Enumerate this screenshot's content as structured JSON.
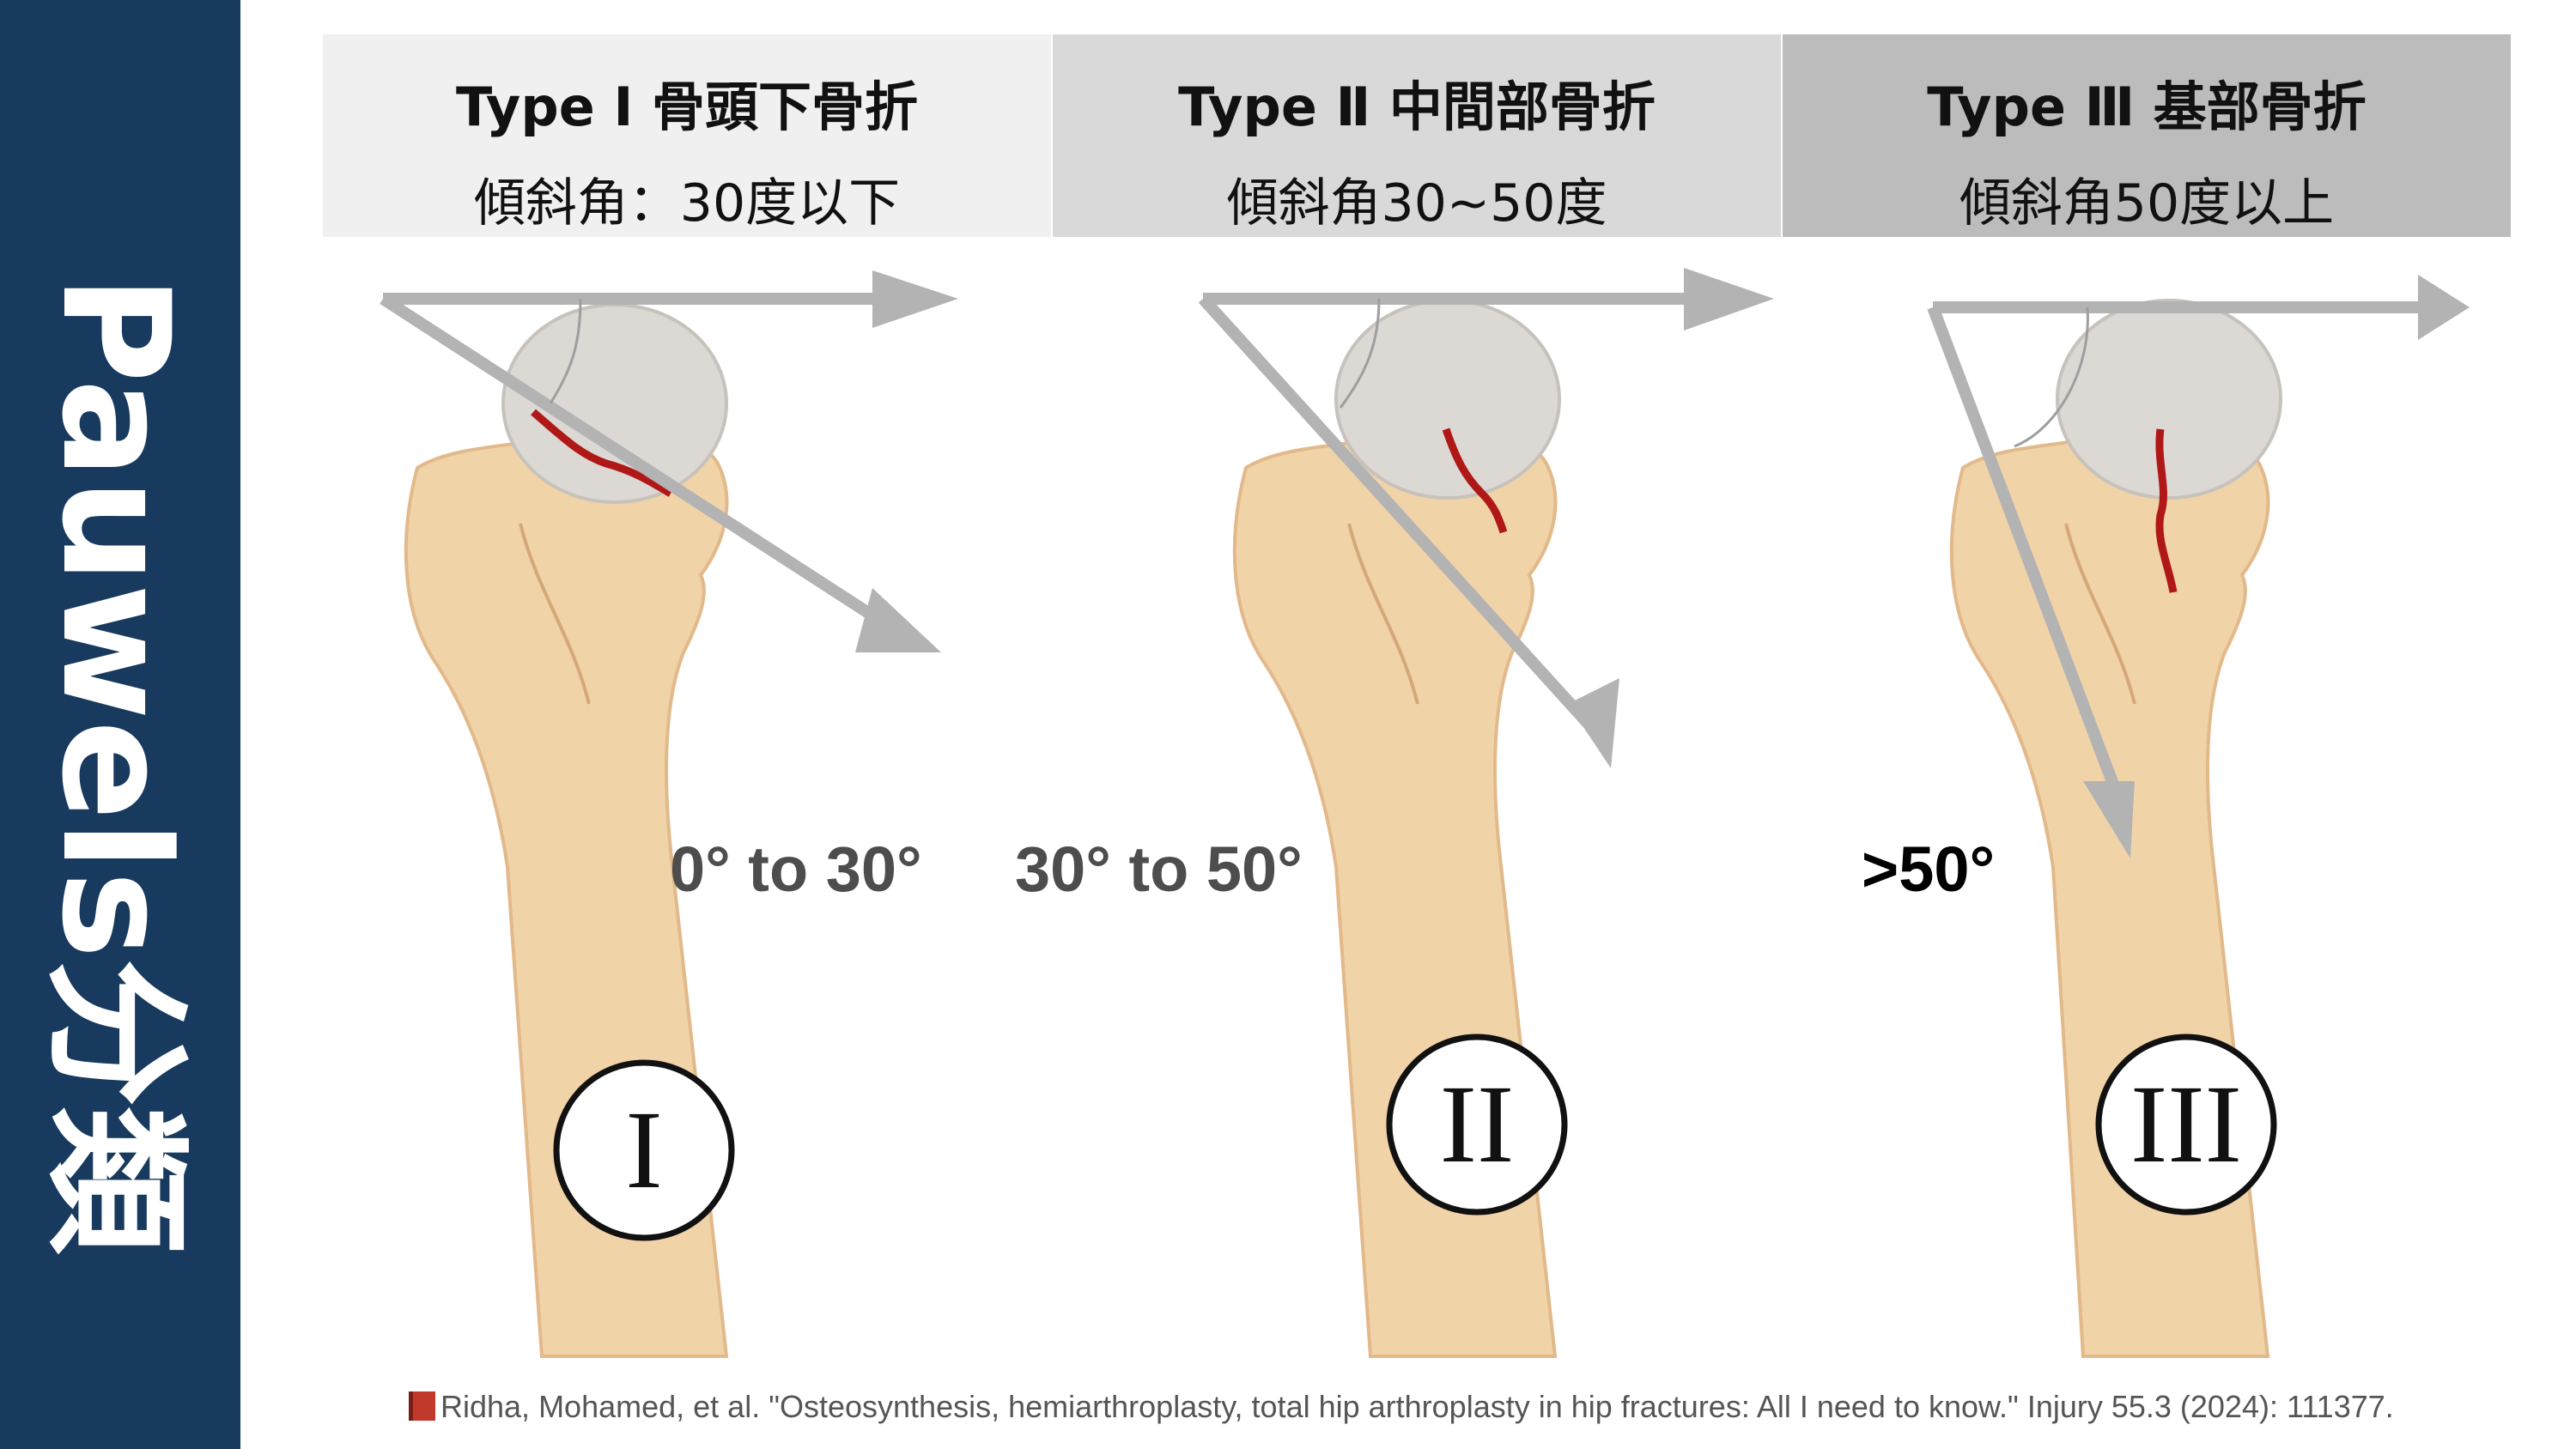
{
  "sidebar": {
    "title": "Pauwels分類"
  },
  "header": [
    {
      "title": "Type Ⅰ 骨頭下骨折",
      "subtitle": "傾斜角：30度以下"
    },
    {
      "title": "Type Ⅱ 中間部骨折",
      "subtitle": "傾斜角30~50度"
    },
    {
      "title": "Type Ⅲ 基部骨折",
      "subtitle": "傾斜角50度以上"
    }
  ],
  "diagram": {
    "angle_labels": [
      "0° to 30°",
      "30° to 50°",
      ">50°"
    ],
    "roman_numerals": [
      "I",
      "II",
      "III"
    ],
    "colors": {
      "bone": "#f1d3a8",
      "bone_shade": "#e2b98a",
      "head": "#dcd8d4",
      "fracture": "#b01818",
      "arrow": "#b3b3b3"
    }
  },
  "citation": {
    "icon": "book-icon",
    "text": "Ridha, Mohamed, et al. \"Osteosynthesis, hemiarthroplasty, total hip arthroplasty in hip fractures: All I need to know.\" Injury 55.3 (2024): 111377."
  }
}
